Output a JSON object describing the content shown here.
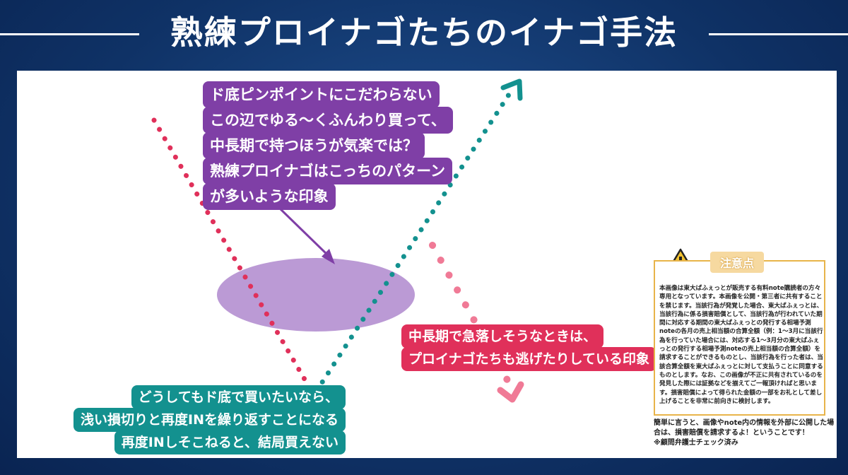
{
  "title": "熟練プロイナゴたちのイナゴ手法",
  "colors": {
    "red_dots": "#e0305a",
    "pink_dots": "#f07a96",
    "teal_dots": "#13918f",
    "purple": "#7f3fa6",
    "ellipse": "#b48fd0",
    "warning": "#f2c230"
  },
  "callouts": {
    "purple": [
      "ド底ピンポイントにこだわらない",
      "この辺でゆる〜くふんわり買って、",
      "中長期で持つほうが気楽では？",
      "熟練プロイナゴはこっちのパターン",
      "が多いような印象"
    ],
    "red": [
      "中長期で急落しそうなときは、",
      "プロイナゴたちも逃げたりしている印象"
    ],
    "teal": [
      "どうしてもド底で買いたいなら、",
      "浅い損切りと再度INを繰り返すことになる",
      "再度INしそこねると、結局買えない"
    ]
  },
  "notice": {
    "icon": "warning-icon",
    "title": "注意点",
    "body": "本画像は東大ぱふぇっとが販売する有料note購読者の方々専用となっています。本画像を公開・第三者に共有することを禁じます。当該行為が発覚した場合、東大ぱふぇっとは、当該行為に係る損害賠償として、当該行為が行われていた期間に対応する期間の東大ぱふぇっとの発行する相場予測noteの各月の売上相当額の合算全額（例：1〜3月に当該行為を行っていた場合には、対応する1〜3月分の東大ぱふぇっとの発行する相場予測noteの売上相当額の合算全額）を請求することができるものとし、当該行為を行った者は、当該合算全額を東大ぱふぇっとに対して支払うことに同意するものとします。なお、この画像が不正に共有されているのを発見した際には証拠などを揃えてご一報頂ければと思います。損害賠償によって得られた金額の一部をお礼として差し上げることを非常に前向きに検討します。"
  },
  "footnote": [
    "簡単に言うと、画像やnote内の情報を外部に公開した場合は、損害賠償を請求するよ！ということです！",
    "※顧問弁護士チェック済み"
  ]
}
